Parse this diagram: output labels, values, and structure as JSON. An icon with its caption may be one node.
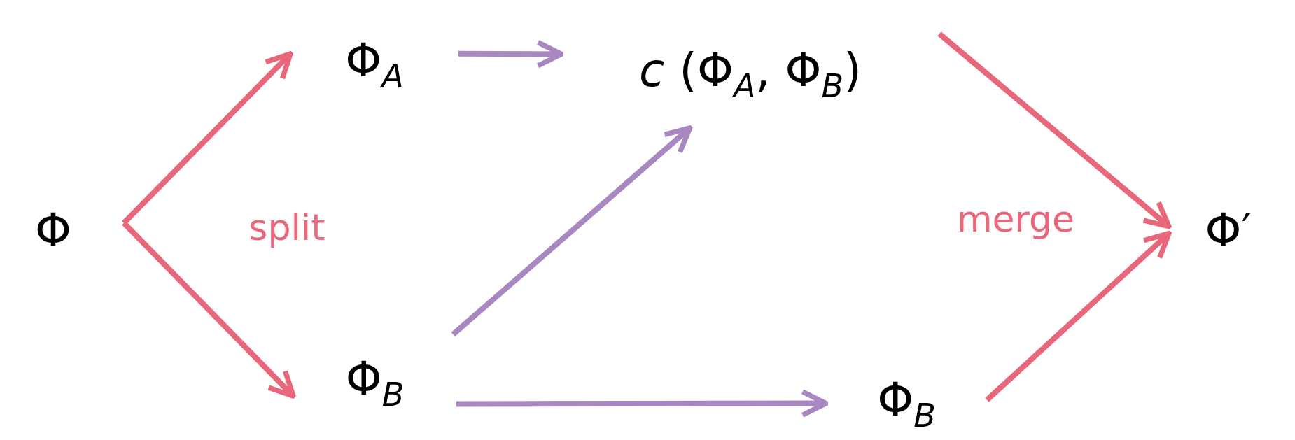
{
  "diagram": {
    "nodes": [
      {
        "text": [
          "Φ"
        ]
      },
      {
        "text": [
          "Φ$_{A}$"
        ]
      },
      {
        "text": [
          "*c* (Φ$_{A}$, Φ$_{B}$)"
        ]
      },
      {
        "text": [
          "Φ$_{B}$"
        ]
      },
      {
        "text": [
          "Φ$_{B}$"
        ]
      },
      {
        "text": [
          "Φ′"
        ]
      }
    ],
    "edges": [
      {
        "from": 0,
        "to": 1,
        "arrow": "to",
        "color": "#e8677b"
      },
      {
        "from": 0,
        "to": 3,
        "arrow": "to",
        "color": "#e8677b"
      },
      {
        "from": 1,
        "to": 2,
        "arrow": "to"
      },
      {
        "from": 3,
        "to": 2,
        "arrow": "to"
      },
      {
        "from": 3,
        "to": 4,
        "arrow": "to"
      },
      {
        "from": 2,
        "to": 5,
        "arrow": "to",
        "color": "#e8677b"
      },
      {
        "from": 4,
        "to": 5,
        "arrow": "to",
        "color": "#e8677b"
      }
    ],
    "labels": [
      "split",
      "merge"
    ]
  }
}
